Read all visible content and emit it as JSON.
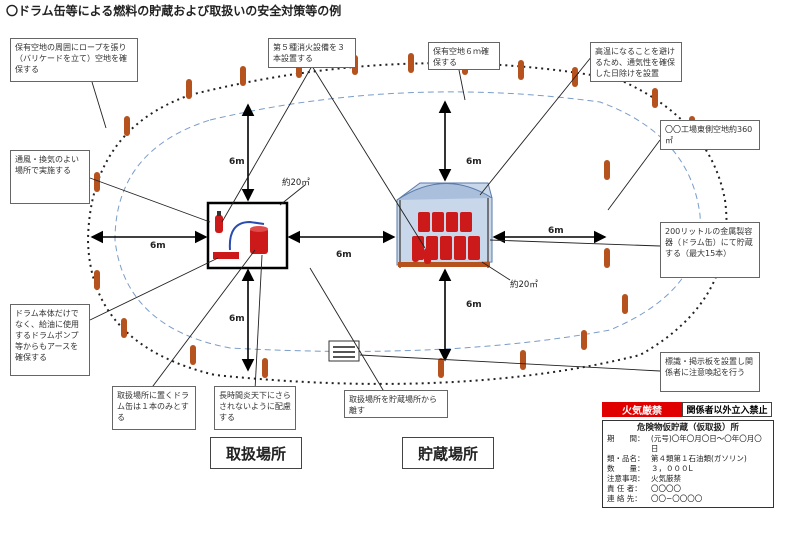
{
  "title": "〇ドラム缶等による燃料の貯蔵および取扱いの安全対策等の例",
  "notes": {
    "rope": "保有空地の周囲にロープを張り（バリケードを立て）空地を確保する",
    "extinguisher": "第５種消火設備を３本設置する",
    "hoyu6m": "保有空地６ｍ確保する",
    "shade": "高温になることを避けるため、通気性を確保した日除けを設置",
    "area": "〇〇工場東側空地約360㎡",
    "ventilation": "通風・換気のよい場所で実施する",
    "drum200": "200リットルの金属製容器（ドラム缶）にて貯蔵する（最大15本）",
    "pump": "ドラム本体だけでなく、給油に使用するドラムポンプ等からもアースを確保する",
    "one_drum": "取扱場所に置くドラム缶は１本のみとする",
    "sun": "長時間炎天下にさらされないように配慮する",
    "separate": "取扱場所を貯蔵場所から離す",
    "sign": "標識・掲示板を設置し関係者に注意喚起を行う"
  },
  "labels": {
    "d6m": "6m",
    "area_left": "約20㎡",
    "area_right": "約20㎡"
  },
  "places": {
    "handling": "取扱場所",
    "storage": "貯蔵場所"
  },
  "signboard": {
    "fire": "火気厳禁",
    "no_entry": "関係者以外立入禁止",
    "heading": "危険物仮貯蔵（仮取扱）所",
    "rows": [
      {
        "k": "期　　間：",
        "v": "(元号)〇年〇月〇日〜〇年〇月〇日"
      },
      {
        "k": "類・品名：",
        "v": "第４類第１石油類(ガソリン)"
      },
      {
        "k": "数　　量：",
        "v": "３，０００L"
      },
      {
        "k": "注意事項：",
        "v": "火気厳禁"
      },
      {
        "k": "責 任 者：",
        "v": "〇〇〇〇"
      },
      {
        "k": "連 絡 先：",
        "v": "〇〇−〇〇〇〇"
      }
    ]
  },
  "colors": {
    "barricade": "#b5521d",
    "fire_sign": "#e00000",
    "tent": "#9fb6d6",
    "drum": "#cc1a1a"
  }
}
